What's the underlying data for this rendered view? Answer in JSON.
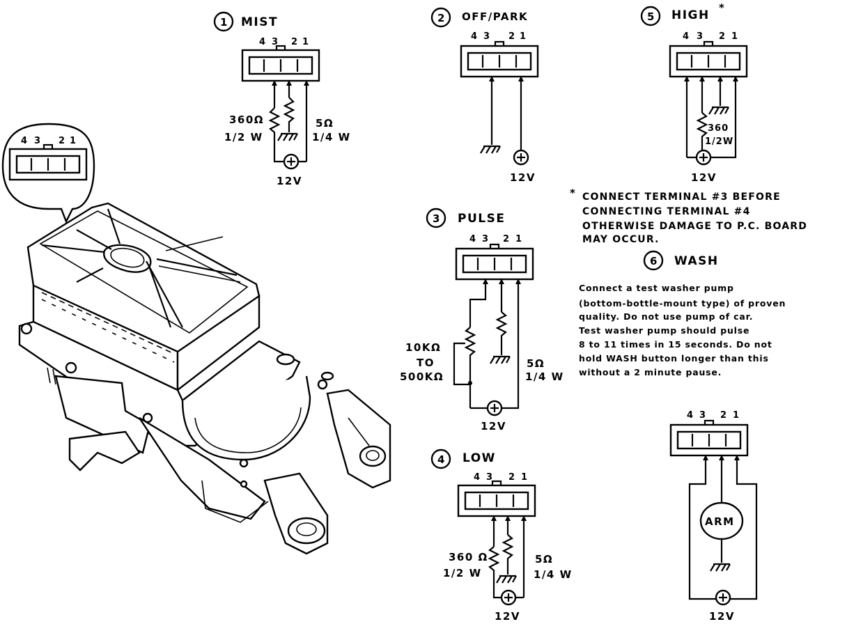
{
  "pin_labels": [
    "4",
    "3",
    "2",
    "1"
  ],
  "modes": {
    "mist": {
      "num": "1",
      "title": "MIST",
      "r1": "360Ω",
      "r1_watt": "1/2 W",
      "r2": "5Ω",
      "r2_watt": "1/4 W",
      "supply": "12V"
    },
    "off_park": {
      "num": "2",
      "title": "OFF/PARK",
      "supply": "12V"
    },
    "pulse": {
      "num": "3",
      "title": "PULSE",
      "var_a": "10KΩ",
      "var_to": "TO",
      "var_b": "500KΩ",
      "r2": "5Ω",
      "r2_watt": "1/4 W",
      "supply": "12V"
    },
    "low": {
      "num": "4",
      "title": "LOW",
      "r1": "360 Ω",
      "r1_watt": "1/2 W",
      "r2": "5Ω",
      "r2_watt": "1/4 W",
      "supply": "12V"
    },
    "high": {
      "num": "5",
      "title": "HIGH",
      "asterisk": "*",
      "r_val": "360",
      "r_watt": "1/2W",
      "supply": "12V"
    },
    "wash": {
      "num": "6",
      "title": "WASH",
      "motor": "ARM",
      "supply": "12V"
    }
  },
  "high_note": {
    "asterisk": "*",
    "lines": [
      "CONNECT TERMINAL #3 BEFORE",
      "CONNECTING TERMINAL #4",
      "OTHERWISE DAMAGE TO P.C. BOARD",
      "MAY OCCUR."
    ]
  },
  "wash_text": [
    "Connect a test washer pump",
    "(bottom-bottle-mount type) of proven",
    "quality.  Do not use pump of car.",
    "Test washer pump should pulse",
    "8 to 11 times in 15 seconds. Do not",
    "hold WASH button longer than this",
    "without a 2 minute pause."
  ]
}
